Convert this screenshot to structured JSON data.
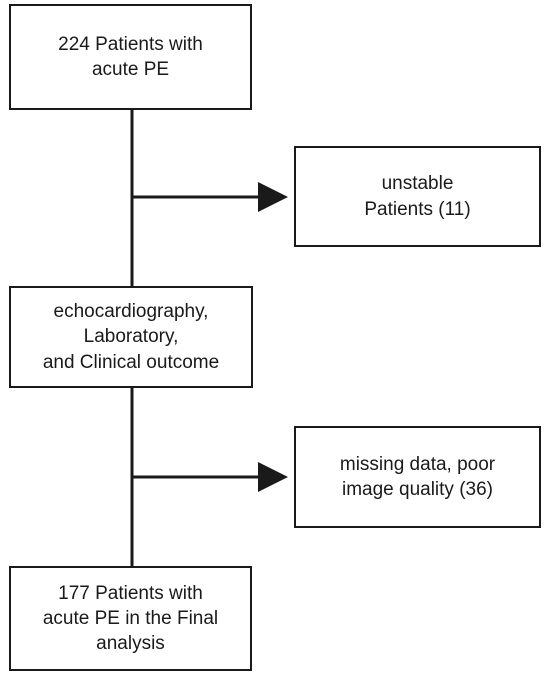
{
  "flowchart": {
    "start_box": {
      "lines": [
        "224 Patients with",
        "acute PE"
      ]
    },
    "exclusion_1": {
      "lines": [
        "unstable",
        "Patients (11)"
      ]
    },
    "middle_box": {
      "lines": [
        "echocardiography,",
        "Laboratory,",
        "and Clinical outcome"
      ]
    },
    "exclusion_2": {
      "lines": [
        "missing data, poor",
        "image quality (36)"
      ]
    },
    "final_box": {
      "lines": [
        "177 Patients with",
        "acute PE in the Final",
        "analysis"
      ]
    }
  },
  "colors": {
    "stroke": "#1a1a1a",
    "box_fill": "#ffffff",
    "text": "#1a1a1a"
  }
}
